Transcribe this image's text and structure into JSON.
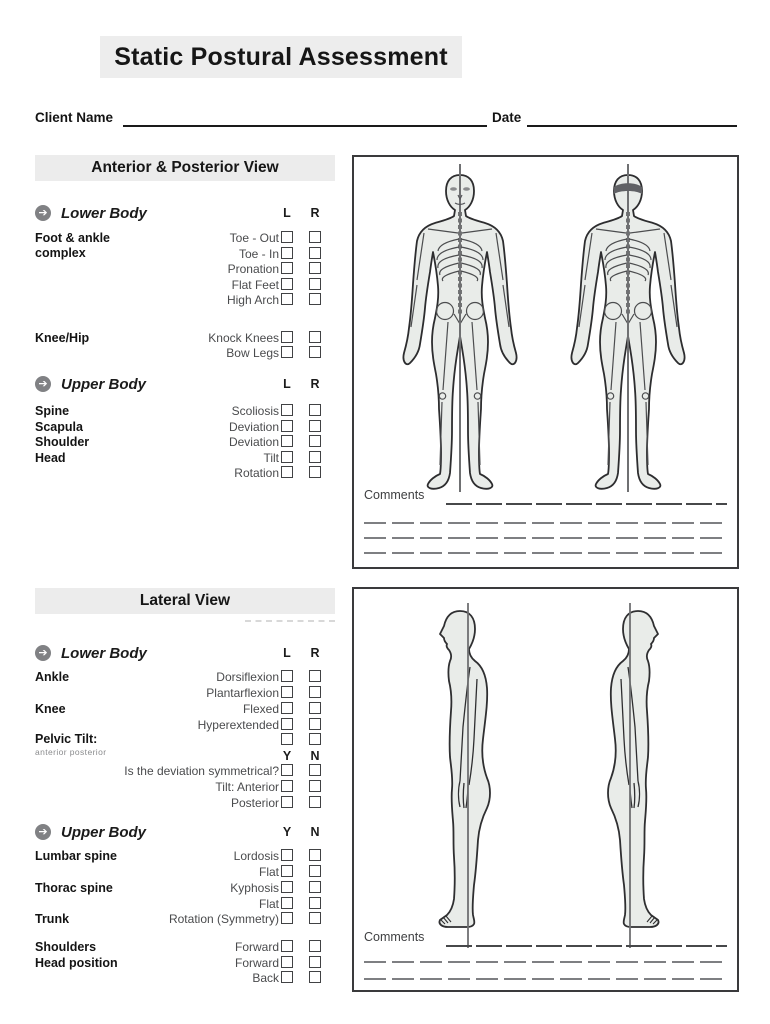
{
  "header": {
    "title": "Static Postural Assessment",
    "client_name_label": "Client Name",
    "date_label": "Date"
  },
  "anterior": {
    "section_title": "Anterior & Posterior View",
    "comments_label": "Comments",
    "lower": {
      "title": "Lower Body",
      "col_left": "L",
      "col_right": "R",
      "side_label_1a": "Foot & ankle",
      "side_label_1b": "complex",
      "rows": [
        "Toe - Out",
        "Toe - In",
        "Pronation",
        "Flat Feet",
        "High Arch"
      ],
      "side_label_2": "Knee/Hip",
      "rows2": [
        "Knock Knees",
        "Bow Legs"
      ]
    },
    "upper": {
      "title": "Upper Body",
      "col_left": "L",
      "col_right": "R",
      "side_labels": [
        "Spine",
        "Scapula",
        "Shoulder",
        "Head"
      ],
      "rows": [
        "Scoliosis",
        "Deviation",
        "Deviation",
        "Tilt",
        "Rotation"
      ]
    }
  },
  "lateral": {
    "section_title": "Lateral View",
    "comments_label": "Comments",
    "lower": {
      "title": "Lower Body",
      "col_left": "L",
      "col_right": "R",
      "col_yes": "Y",
      "col_no": "N",
      "side_labels": [
        "Ankle",
        "Knee"
      ],
      "rows": [
        "Dorsiflexion",
        "Plantarflexion",
        "Flexed",
        "Hyperextended"
      ],
      "pelvic_label": "Pelvic Tilt:",
      "pelvic_sub": "anterior posterior",
      "rows_yn": [
        "Is the deviation symmetrical?",
        "Tilt: Anterior",
        "Posterior"
      ]
    },
    "upper": {
      "title": "Upper Body",
      "col_yes": "Y",
      "col_no": "N",
      "side_labels": [
        "Lumbar spine",
        "Thorac spine",
        "Trunk",
        "Shoulders",
        "Head position"
      ],
      "rows": [
        "Lordosis",
        "Flat",
        "Kyphosis",
        "Flat",
        "Rotation (Symmetry)",
        "Forward",
        "Forward",
        "Back"
      ]
    }
  },
  "colors": {
    "section_bar": "#ececec",
    "checkbox_border": "#414244",
    "silhouette_fill": "#e9ece9",
    "plumb_line": "#6f7072"
  },
  "icons": {
    "group_bullet": "arrow-right-circle-icon",
    "group_bullet_glyph": "➔"
  }
}
